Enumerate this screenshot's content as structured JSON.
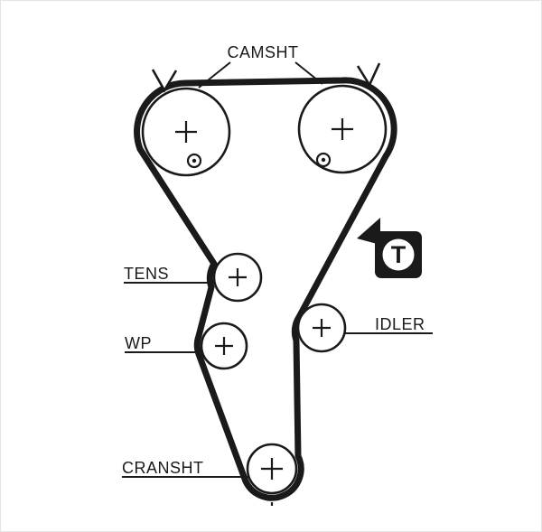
{
  "diagram": {
    "labels": {
      "camshaft": "CAMSHT",
      "tensioner": "TENS",
      "water_pump": "WP",
      "idler": "IDLER",
      "crankshaft": "CRANSHT"
    },
    "tension_marker_letter": "T",
    "colors": {
      "line": "#1a1a1a",
      "background": "#ffffff"
    }
  }
}
